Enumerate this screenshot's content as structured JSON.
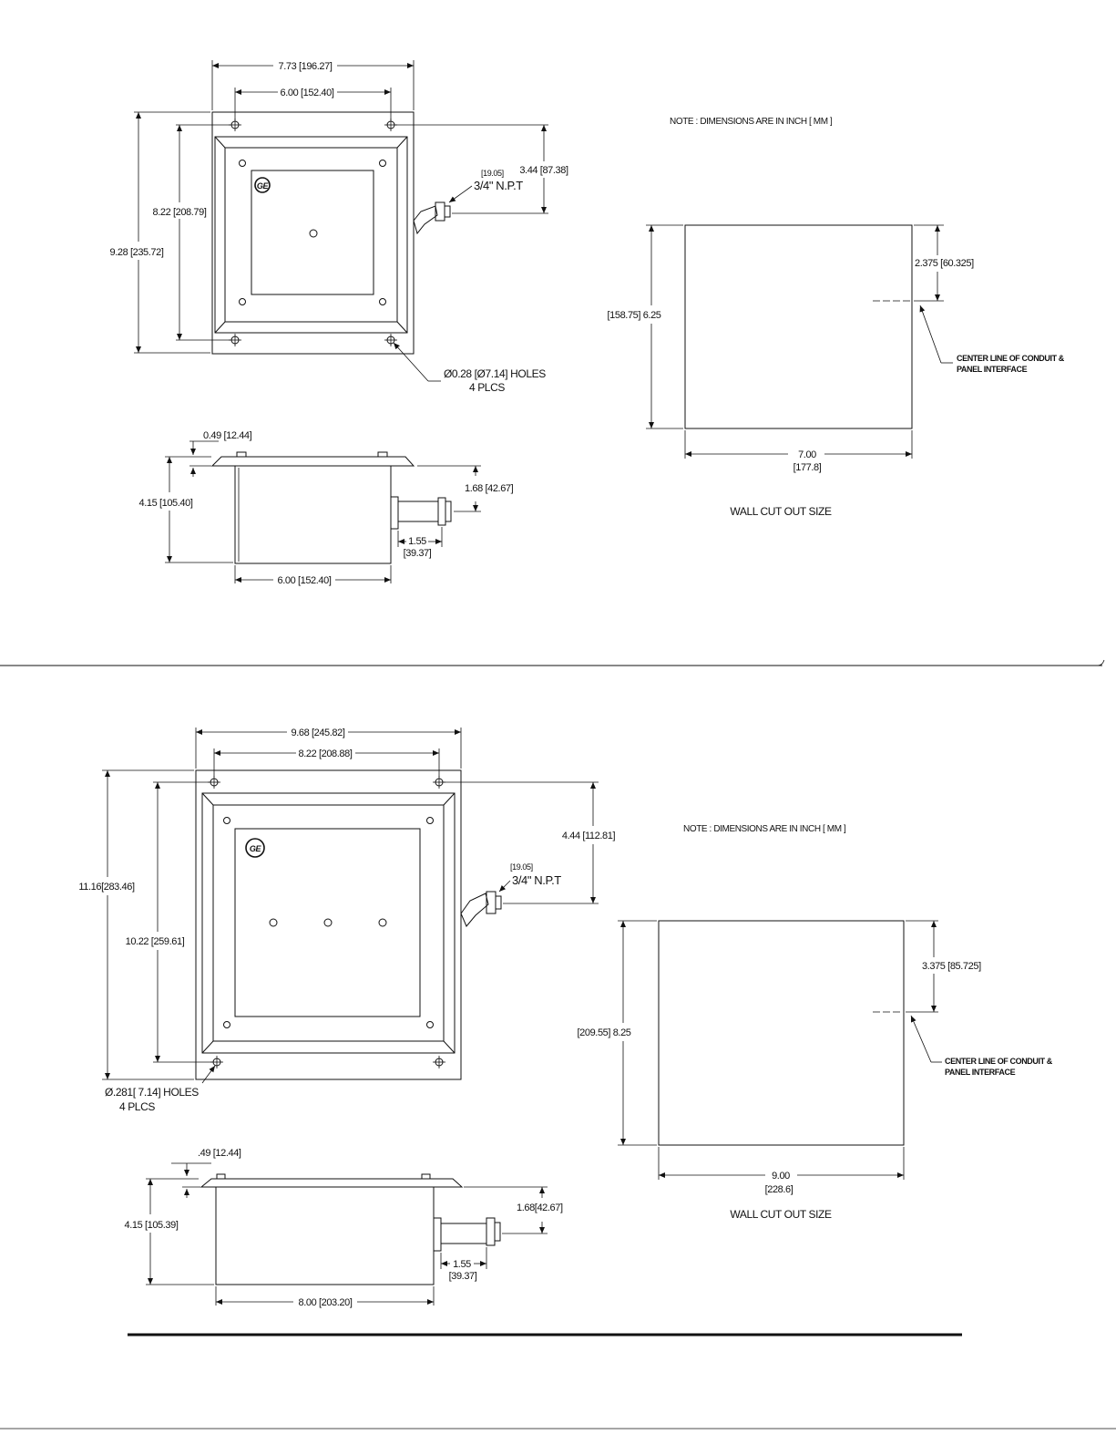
{
  "upper": {
    "front": {
      "overall_width": "7.73 [196.27]",
      "hole_spacing_width": "6.00 [152.40]",
      "overall_height": "9.28 [235.72]",
      "hole_spacing_height": "8.22 [208.79]",
      "conduit_offset": "3.44 [87.38]",
      "conduit_size_mm": "[19.05]",
      "conduit_size": "3/4\" N.P.T",
      "holes_line1": "Ø0.28 [Ø7.14] HOLES",
      "holes_line2": "4 PLCS"
    },
    "side": {
      "flange": "0.49 [12.44]",
      "depth": "4.15 [105.40]",
      "conduit_height": "1.68 [42.67]",
      "conduit_length": "1.55",
      "conduit_length_mm": "[39.37]",
      "body_width": "6.00 [152.40]"
    },
    "cutout": {
      "note": "NOTE : DIMENSIONS ARE IN INCH [ MM ]",
      "height": "[158.75]  6.25",
      "center_offset": "2.375  [60.325]",
      "centerline_1": "CENTER LINE OF CONDUIT &",
      "centerline_2": "PANEL INTERFACE",
      "width": "7.00",
      "width_mm": "[177.8]",
      "title": "WALL CUT OUT SIZE"
    }
  },
  "lower": {
    "front": {
      "overall_width": "9.68 [245.82]",
      "hole_spacing_width": "8.22 [208.88]",
      "overall_height": "11.16[283.46]",
      "hole_spacing_height": "10.22 [259.61]",
      "conduit_offset": "4.44 [112.81]",
      "conduit_size_mm": "[19.05]",
      "conduit_size": "3/4\" N.P.T",
      "holes_line1": "Ø.281[ 7.14] HOLES",
      "holes_line2": "4 PLCS"
    },
    "side": {
      "flange": ".49 [12.44]",
      "depth": "4.15 [105.39]",
      "conduit_height": "1.68[42.67]",
      "conduit_length": "1.55",
      "conduit_length_mm": "[39.37]",
      "body_width": "8.00 [203.20]"
    },
    "cutout": {
      "note": "NOTE : DIMENSIONS ARE IN INCH [ MM ]",
      "height": "[209.55]  8.25",
      "center_offset": "3.375  [85.725]",
      "centerline_1": "CENTER LINE OF CONDUIT &",
      "centerline_2": "PANEL INTERFACE",
      "width": "9.00",
      "width_mm": "[228.6]",
      "title": "WALL CUT OUT SIZE"
    }
  },
  "logo_text": "GE"
}
